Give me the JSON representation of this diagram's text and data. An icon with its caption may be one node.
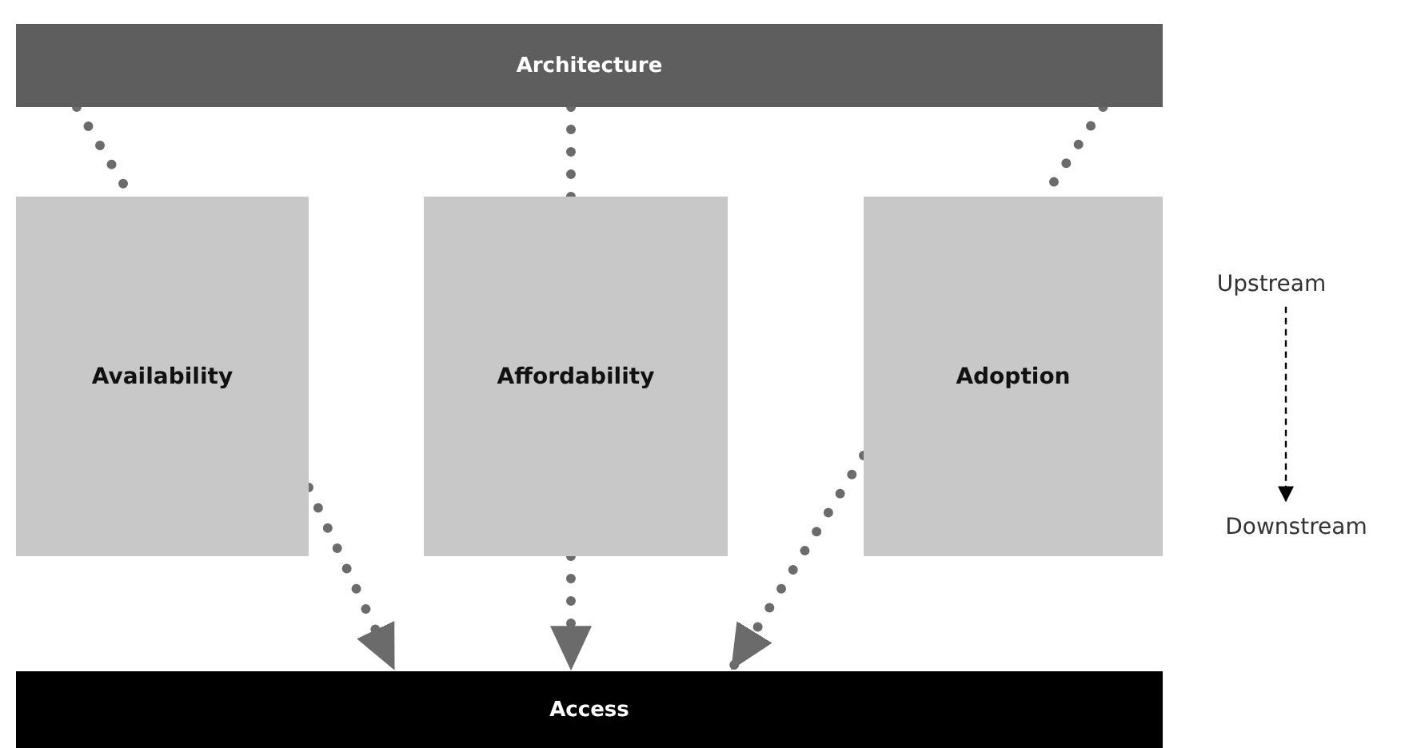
{
  "diagram": {
    "nodes": [
      {
        "text": [
          "Architecture"
        ]
      },
      {
        "text": [
          "Availability"
        ]
      },
      {
        "text": [
          "Affordability"
        ]
      },
      {
        "text": [
          "Adoption"
        ]
      },
      {
        "text": [
          "Access"
        ]
      },
      {
        "text": [
          "Upstream"
        ]
      },
      {
        "text": [
          "Downstream"
        ]
      }
    ],
    "edges": [
      {
        "from": 0,
        "to": 1,
        "arrow": "none"
      },
      {
        "from": 0,
        "to": 2,
        "arrow": "none"
      },
      {
        "from": 0,
        "to": 3,
        "arrow": "none"
      },
      {
        "from": 1,
        "to": 4,
        "arrow": "to"
      },
      {
        "from": 2,
        "to": 4,
        "arrow": "to"
      },
      {
        "from": 3,
        "to": 4,
        "arrow": "to"
      },
      {
        "from": 5,
        "to": 6,
        "arrow": "to",
        "style": "dashed",
        "color": "#000000"
      }
    ]
  }
}
